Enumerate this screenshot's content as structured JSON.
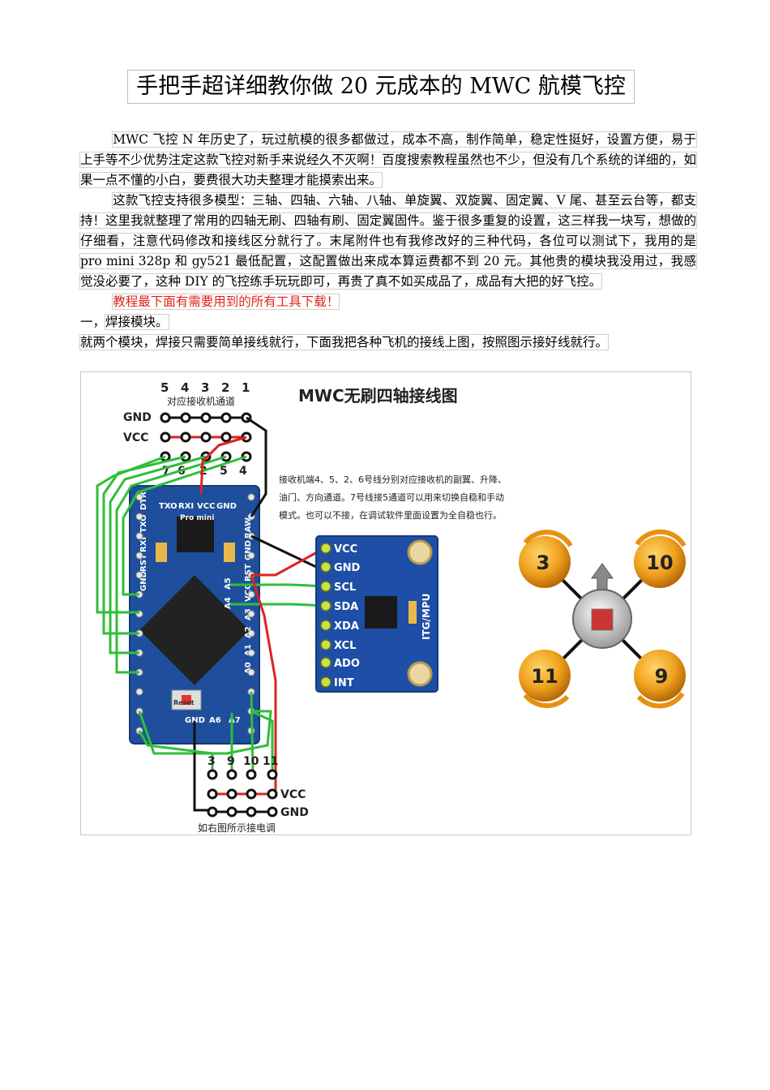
{
  "title": "手把手超详细教你做 20 元成本的 MWC 航模飞控",
  "paragraphs": {
    "p1": "MWC 飞控 N 年历史了，玩过航模的很多都做过，成本不高，制作简单，稳定性挺好，设置方便，易于上手等不少优势注定这款飞控对新手来说经久不灭啊！百度搜索教程虽然也不少，但没有几个系统的详细的，如果一点不懂的小白，要费很大功夫整理才能摸索出来。",
    "p2": "这款飞控支持很多模型：三轴、四轴、六轴、八轴、单旋翼、双旋翼、固定翼、V 尾、甚至云台等，都支持！这里我就整理了常用的四轴无刷、四轴有刷、固定翼固件。鉴于很多重复的设置，这三样我一块写，想做的仔细看，注意代码修改和接线区分就行了。末尾附件也有我修改好的三种代码，各位可以测试下，我用的是 pro mini 328p 和 gy521 最低配置，这配置做出来成本算运费都不到 20 元。其他贵的模块我没用过，我感觉没必要了，这种 DIY 的飞控练手玩玩即可，再贵了真不如买成品了，成品有大把的好飞控。",
    "notice": "教程最下面有需要用到的所有工具下载！",
    "section1_num": "一，",
    "section1_title": "焊接模块。",
    "section1_text": "就两个模块，焊接只需要简单接线就行，下面我把各种飞机的接线上图，按照图示接好线就行。"
  },
  "figure": {
    "title": "MWC无刷四轴接线图",
    "receiver_numbers": [
      "5",
      "4",
      "3",
      "2",
      "1"
    ],
    "receiver_caption": "对应接收机通道",
    "gnd_label": "GND",
    "vcc_label": "VCC",
    "pin_numbers_top": [
      "7",
      "6",
      "2",
      "5",
      "4"
    ],
    "note_lines": [
      "接收机端4、5、2、6号线分别对应接收机的副翼、升降、",
      "油门、方向通道。7号线接5通道可以用来切换自稳和手动",
      "模式。也可以不接，在调试软件里面设置为全自稳也行。"
    ],
    "board_labels": [
      "TXO",
      "RXI",
      "VCC",
      "GND",
      "Pro mini",
      "RAW",
      "GND",
      "RST",
      "VCC",
      "A3",
      "A2",
      "A1",
      "A0",
      "A5",
      "A4",
      "DTR",
      "TXO",
      "RXI",
      "RST",
      "GND",
      "Reset",
      "GND",
      "A6",
      "A7"
    ],
    "sensor_pins": [
      "VCC",
      "GND",
      "SCL",
      "SDA",
      "XDA",
      "XCL",
      "ADO",
      "INT"
    ],
    "sensor_chip": "ITG/MPU",
    "esc_numbers": [
      "3",
      "9",
      "10",
      "11"
    ],
    "esc_vcc": "VCC",
    "esc_gnd": "GND",
    "esc_caption": "如右图所示接电调",
    "motor_numbers": [
      "3",
      "10",
      "11",
      "9"
    ]
  }
}
